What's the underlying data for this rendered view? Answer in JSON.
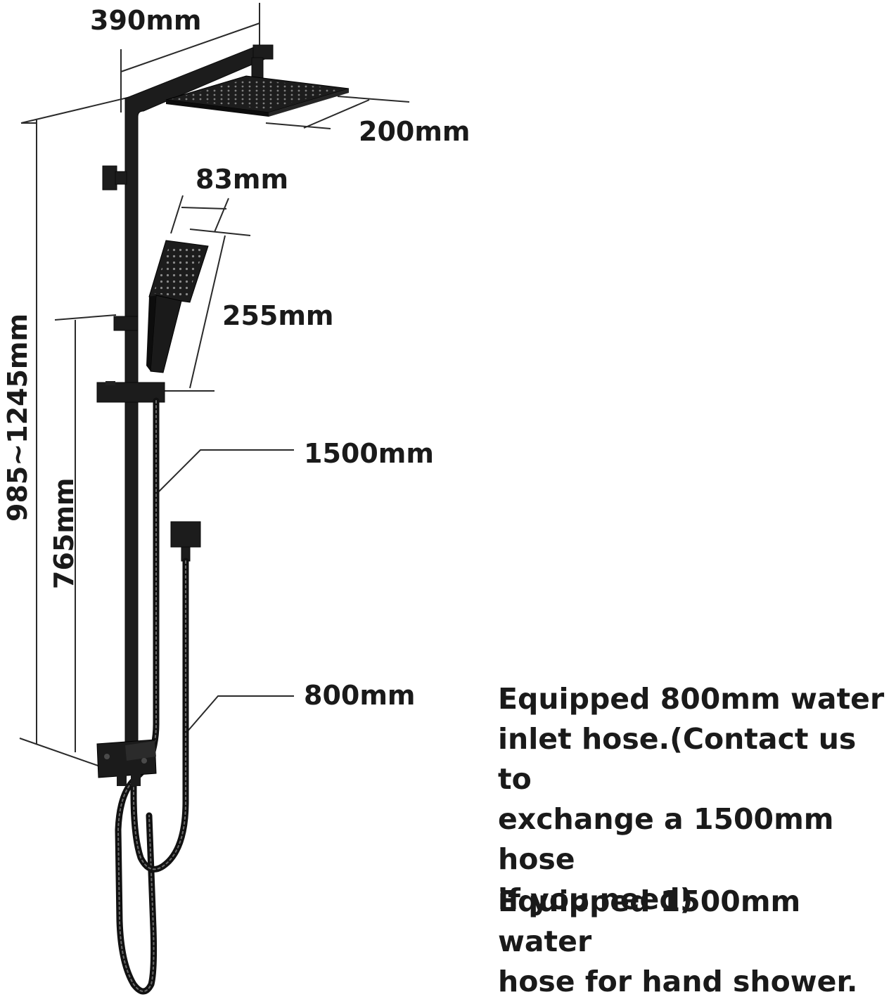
{
  "dimensions": {
    "overall_width": "390mm",
    "rain_head_size": "200mm",
    "hand_shower_width": "83mm",
    "hand_shower_length": "255mm",
    "handheld_hose": "1500mm",
    "inlet_hose": "800mm",
    "overall_height": "985~1245mm",
    "rail_height": "765mm"
  },
  "notes": {
    "inlet_hose_note": "Equipped 800mm water\ninlet hose.(Contact us to\nexchange a 1500mm hose\nif you need)",
    "hand_shower_note": "Equipped 1500mm water\nhose for hand shower."
  },
  "colors": {
    "finish": "#1c1c1c",
    "dimension_lines": "#2a2a2a",
    "text": "#1a1a1a"
  }
}
